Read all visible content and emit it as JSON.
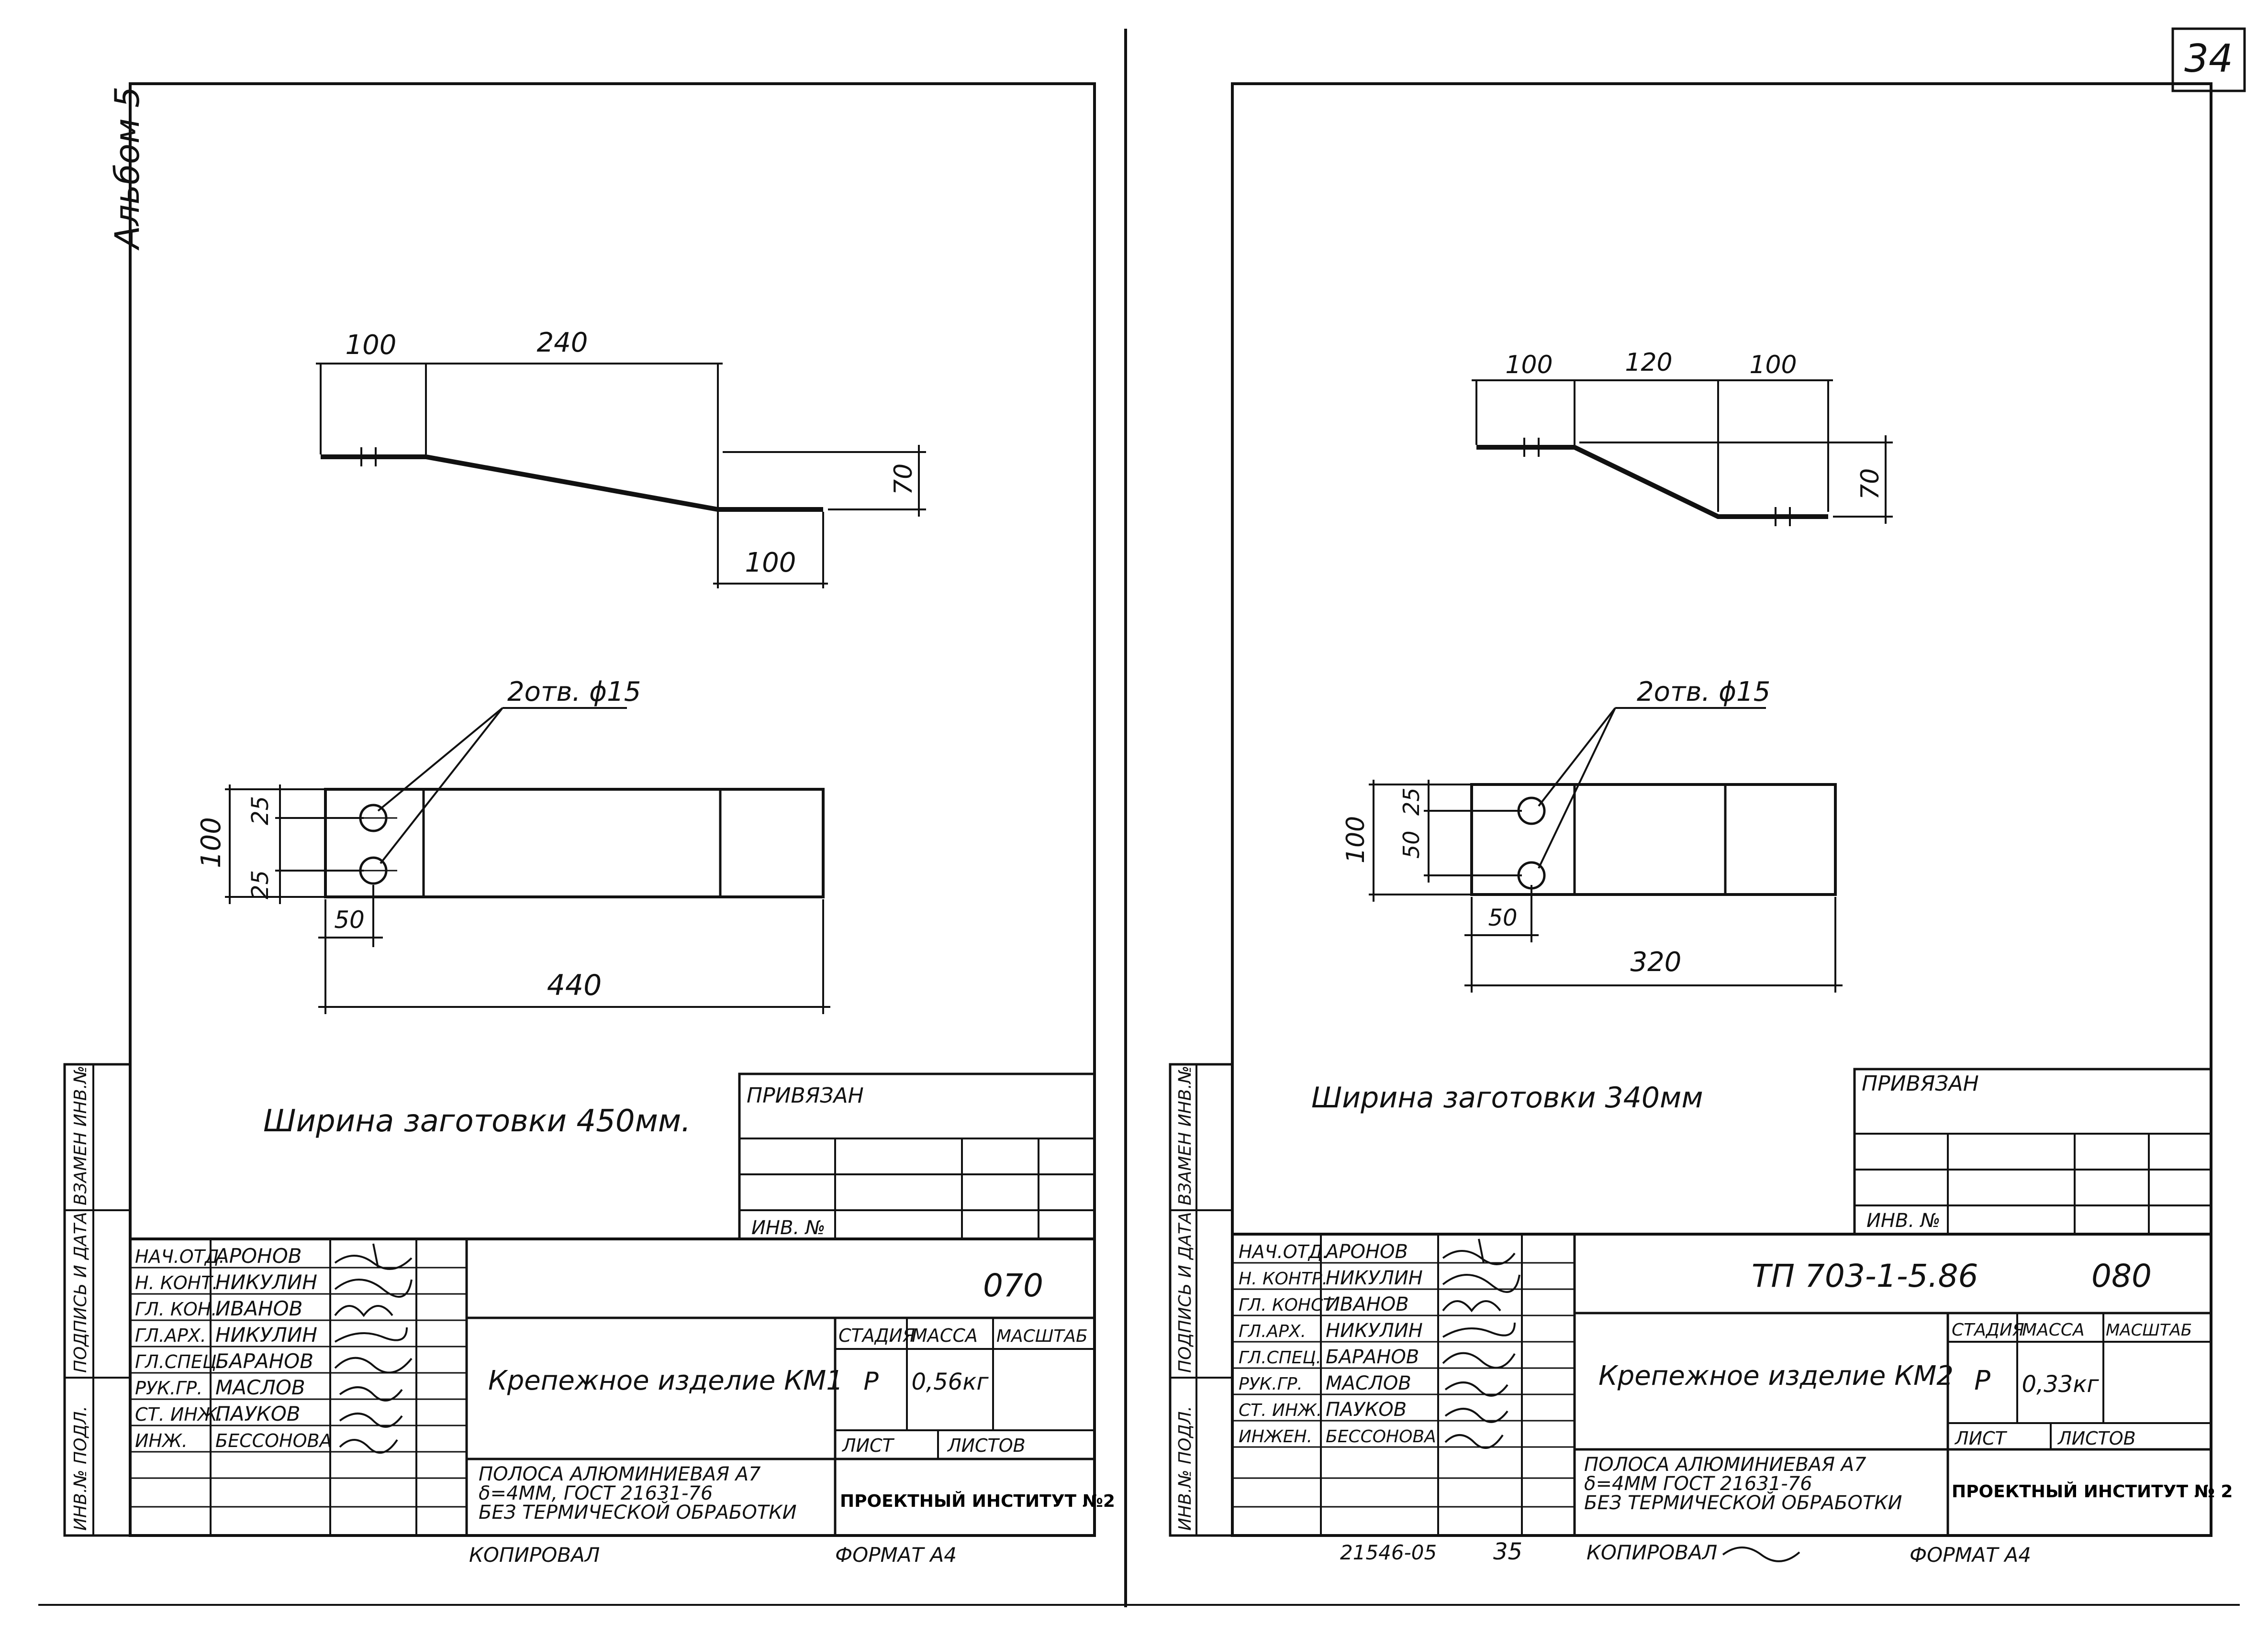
{
  "page_number": "34",
  "album_label": "Альбом 5",
  "left_sheet": {
    "profile_dims": {
      "d1": "100",
      "d2": "240",
      "d3": "70",
      "d4": "100"
    },
    "holes_label": "2отв. ϕ15",
    "plan_dims": {
      "width": "100",
      "edge_top": "25",
      "edge_bottom": "25",
      "hole_x": "50",
      "length": "440"
    },
    "blank_width": "Ширина заготовки 450мм.",
    "privyazan": "ПРИВЯЗАН",
    "inv_no": "ИНВ. №",
    "drawing_code": "",
    "sheet_code": "070",
    "title": "Крепежное изделие КМ1",
    "stage_label": "СТАДИЯ",
    "mass_label": "МАССА",
    "scale_label": "МАСШТАБ",
    "stage": "Р",
    "mass": "0,56кг",
    "sheet_label": "ЛИСТ",
    "sheets_label": "ЛИСТОВ",
    "material_1": "ПОЛОСА АЛЮМИНИЕВАЯ А7",
    "material_2": "δ=4ММ, ГОСТ 21631-76",
    "material_3": "БЕЗ ТЕРМИЧЕСКОЙ ОБРАБОТКИ",
    "institute": "ПРОЕКТНЫЙ ИНСТИТУТ №2",
    "copied": "КОПИРОВАЛ",
    "format": "ФОРМАТ А4",
    "people": [
      {
        "role": "НАЧ.ОТД.",
        "name": "АРОНОВ"
      },
      {
        "role": "Н. КОНТ.",
        "name": "НИКУЛИН"
      },
      {
        "role": "ГЛ. КОН.",
        "name": "ИВАНОВ"
      },
      {
        "role": "ГЛ.АРХ.",
        "name": "НИКУЛИН"
      },
      {
        "role": "ГЛ.СПЕЦ.",
        "name": "БАРАНОВ"
      },
      {
        "role": "РУК.ГР.",
        "name": "МАСЛОВ"
      },
      {
        "role": "СТ. ИНЖ.",
        "name": "ПАУКОВ"
      },
      {
        "role": "ИНЖ.",
        "name": "БЕССОНОВА"
      }
    ]
  },
  "right_sheet": {
    "profile_dims": {
      "d1": "100",
      "d2": "120",
      "d3": "100",
      "d4": "70"
    },
    "holes_label": "2отв. ϕ15",
    "plan_dims": {
      "width": "100",
      "edge_top": "25",
      "hole_gap": "50",
      "hole_x": "50",
      "length": "320"
    },
    "blank_width": "Ширина заготовки 340мм",
    "privyazan": "ПРИВЯЗАН",
    "inv_no": "ИНВ. №",
    "drawing_code": "ТП 703-1-5.86",
    "sheet_code": "080",
    "title": "Крепежное изделие КМ2",
    "stage_label": "СТАДИЯ",
    "mass_label": "МАССА",
    "scale_label": "МАСШТАБ",
    "stage": "Р",
    "mass": "0,33кг",
    "sheet_label": "ЛИСТ",
    "sheets_label": "ЛИСТОВ",
    "material_1": "ПОЛОСА АЛЮМИНИЕВАЯ А7",
    "material_2": "δ=4ММ ГОСТ 21631-76",
    "material_3": "БЕЗ ТЕРМИЧЕСКОЙ ОБРАБОТКИ",
    "institute": "ПРОЕКТНЫЙ ИНСТИТУТ № 2",
    "copied": "КОПИРОВАЛ",
    "format": "ФОРМАТ А4",
    "footer_num": "21546-05",
    "footer_page": "35",
    "people": [
      {
        "role": "НАЧ.ОТД.",
        "name": "АРОНОВ"
      },
      {
        "role": "Н. КОНТР.",
        "name": "НИКУЛИН"
      },
      {
        "role": "ГЛ. КОНСТ.",
        "name": "ИВАНОВ"
      },
      {
        "role": "ГЛ.АРХ.",
        "name": "НИКУЛИН"
      },
      {
        "role": "ГЛ.СПЕЦ.",
        "name": "БАРАНОВ"
      },
      {
        "role": "РУК.ГР.",
        "name": "МАСЛОВ"
      },
      {
        "role": "СТ. ИНЖ.",
        "name": "ПАУКОВ"
      },
      {
        "role": "ИНЖЕН.",
        "name": "БЕССОНОВА"
      }
    ]
  },
  "side_stamp": [
    "ИНВ.№ ПОДЛ.",
    "ПОДПИСЬ И ДАТА",
    "ВЗАМЕН ИНВ.№"
  ]
}
